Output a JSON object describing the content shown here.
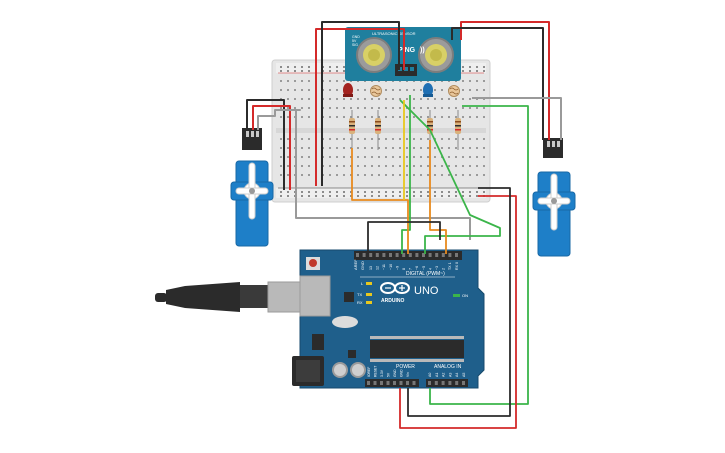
{
  "sensor": {
    "name": "ULTRASONIC SENSOR",
    "model": "PING",
    "model_suffix": "))",
    "pins": [
      "GND",
      "5V",
      "SIG"
    ]
  },
  "arduino": {
    "brand": "ARDUINO",
    "model": "UNO",
    "digital_header": "DIGITAL (PWM~)",
    "power_header": "POWER",
    "analog_header": "ANALOG IN",
    "aref": "AREF",
    "gnd": "GND",
    "led_l": "L",
    "tx": "TX",
    "rx": "RX",
    "on": "ON",
    "digital_pins": [
      "13",
      "12",
      "~11",
      "~10",
      "~9",
      "8",
      "7",
      "~6",
      "~5",
      "4",
      "~3",
      "2",
      "TX 1",
      "RX 0"
    ],
    "power_pins": [
      "IOREF",
      "RESET",
      "3.3V",
      "5V",
      "GND",
      "GND",
      "Vin"
    ],
    "analog_pins": [
      "A0",
      "A1",
      "A2",
      "A3",
      "A4",
      "A5"
    ]
  },
  "colors": {
    "wire_red": "#d42a2a",
    "wire_black": "#2b2b2b",
    "wire_green": "#3bb54a",
    "wire_orange": "#e88a1e",
    "wire_yellow": "#e8c81e",
    "wire_gray": "#9a9a9a",
    "board_blue": "#1f5f8b",
    "servo_blue": "#1e7fc8",
    "sensor_blue": "#1f7f9e"
  }
}
